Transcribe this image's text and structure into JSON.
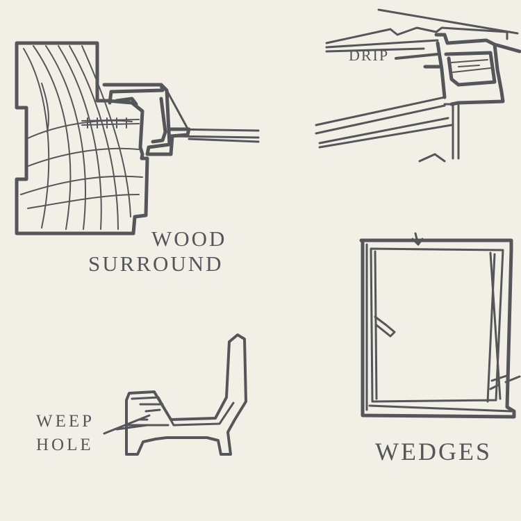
{
  "labels": {
    "wood_surround_line1": "WOOD",
    "wood_surround_line2": "SURROUND",
    "drip": "DRIP",
    "weep_hole_line1": "WEEP",
    "weep_hole_line2": "HOLE",
    "wedges": "WEDGES"
  },
  "colors": {
    "ink": "#55565a",
    "paper": "#f1efe6"
  }
}
